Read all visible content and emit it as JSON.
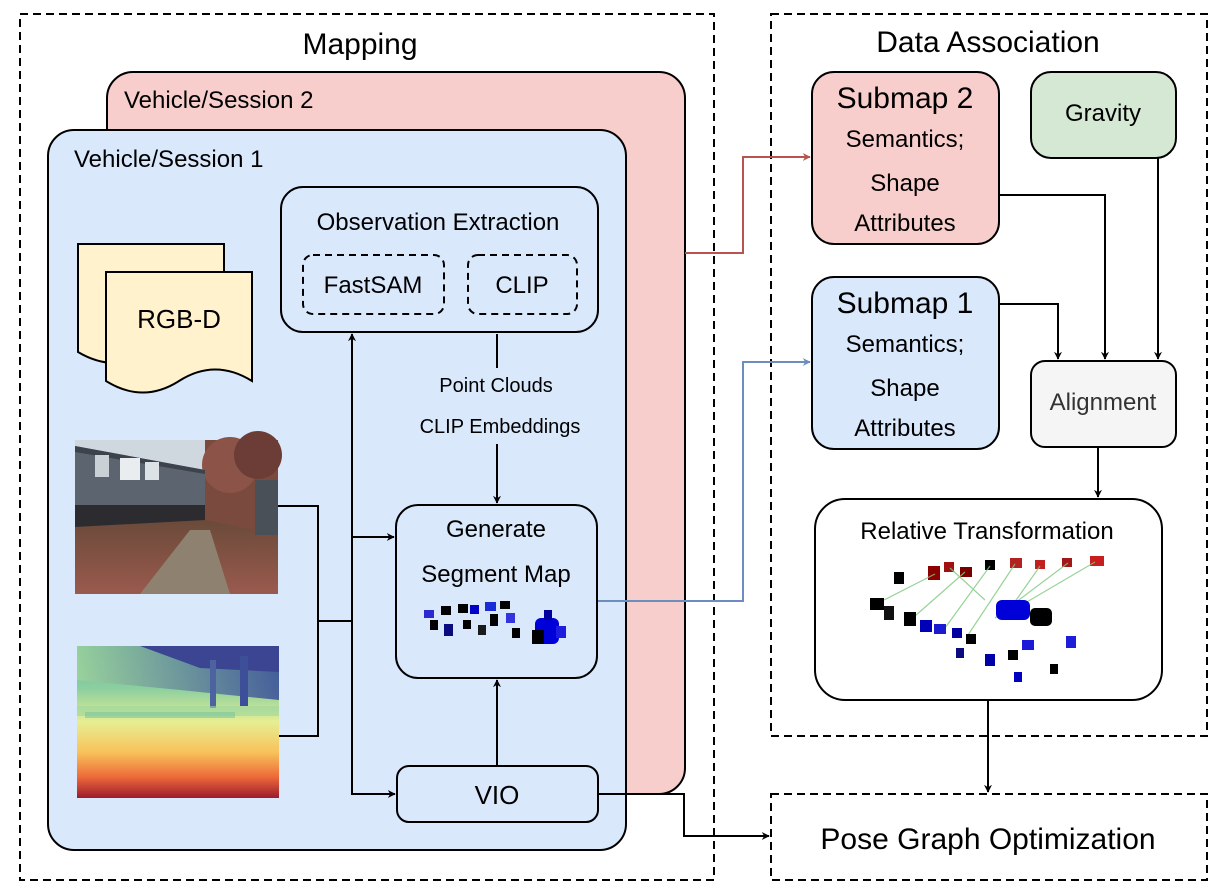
{
  "mapping": {
    "title": "Mapping",
    "session2_label": "Vehicle/Session 2",
    "session1_label": "Vehicle/Session 1",
    "rgbd_label": "RGB-D",
    "observation": {
      "title": "Observation Extraction",
      "fastsam": "FastSAM",
      "clip": "CLIP"
    },
    "edge_labels": {
      "point_clouds": "Point Clouds",
      "clip_embeddings": "CLIP Embeddings"
    },
    "segment_map": {
      "line1": "Generate",
      "line2": "Segment Map"
    },
    "vio": "VIO"
  },
  "association": {
    "title": "Data Association",
    "submap2": {
      "title": "Submap 2",
      "line1": "Semantics;",
      "line2": "Shape",
      "line3": "Attributes"
    },
    "submap1": {
      "title": "Submap 1",
      "line1": "Semantics;",
      "line2": "Shape",
      "line3": "Attributes"
    },
    "gravity": "Gravity",
    "alignment": "Alignment",
    "relative_transformation": "Relative Transformation"
  },
  "pose_graph": "Pose Graph Optimization",
  "colors": {
    "session1_fill": "#dae8fc",
    "session2_fill": "#f8cecc",
    "rgbd_fill": "#fff2cc",
    "gravity_fill": "#d5e8d4",
    "alignment_fill": "#f5f5f5",
    "red_arrow": "#b85450",
    "blue_arrow": "#6c8ebf"
  }
}
